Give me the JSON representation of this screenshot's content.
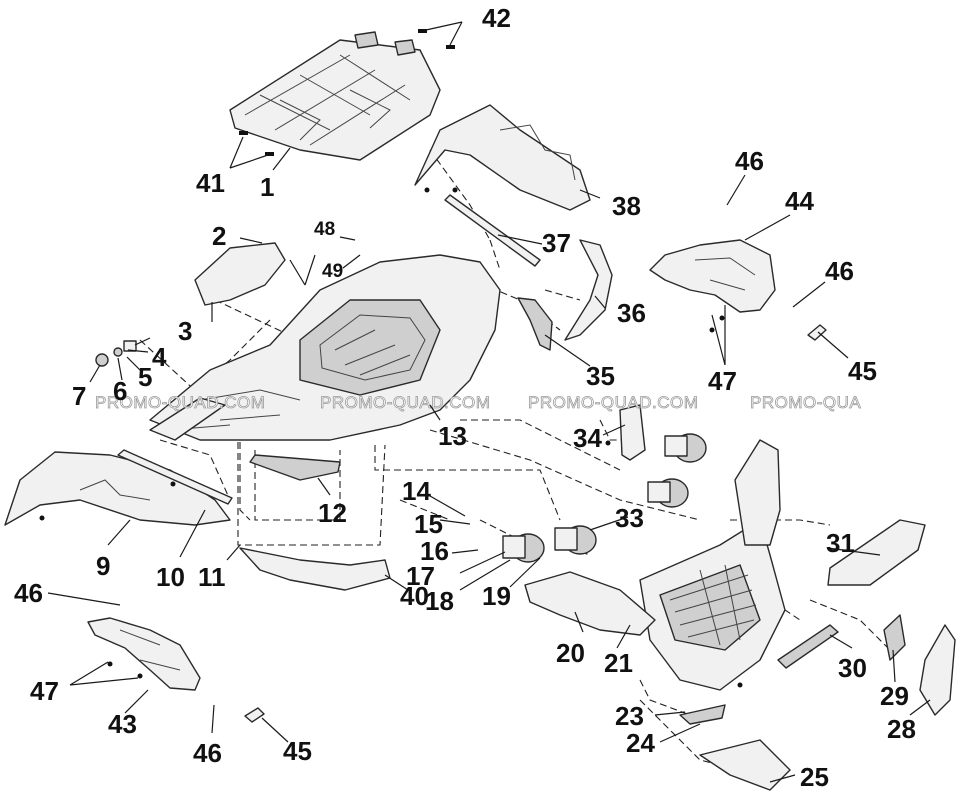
{
  "watermark": "PROMO-QUAD.COM",
  "watermark_partial": "PROMO-QUA",
  "callouts": {
    "n1": "1",
    "n2": "2",
    "n3": "3",
    "n4": "4",
    "n5": "5",
    "n6": "6",
    "n7": "7",
    "n9": "9",
    "n10": "10",
    "n11": "11",
    "n12": "12",
    "n13": "13",
    "n14": "14",
    "n15": "15",
    "n16": "16",
    "n17": "17",
    "n18": "18",
    "n19": "19",
    "n20": "20",
    "n21": "21",
    "n23": "23",
    "n24": "24",
    "n25": "25",
    "n28": "28",
    "n29": "29",
    "n30": "30",
    "n31": "31",
    "n33": "33",
    "n34": "34",
    "n35": "35",
    "n36": "36",
    "n37": "37",
    "n38": "38",
    "n40": "40",
    "n41": "41",
    "n42": "42",
    "n43": "43",
    "n44": "44",
    "n45a": "45",
    "n45b": "45",
    "n46a": "46",
    "n46b": "46",
    "n46c": "46",
    "n46d": "46",
    "n47a": "47",
    "n47b": "47",
    "n48": "48",
    "n49": "49"
  }
}
